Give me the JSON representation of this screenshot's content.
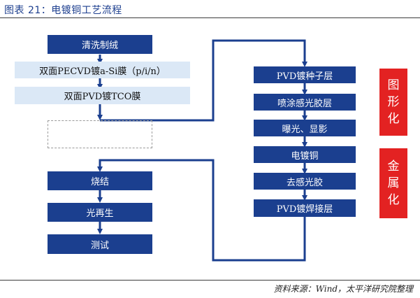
{
  "figure": {
    "title": "图表 21：电镀铜工艺流程",
    "source": "资料来源：Wind，太平洋研究院整理"
  },
  "left_flow": {
    "steps": [
      "清洗制绒",
      "双面PECVD镀a-Si膜（p/i/n）",
      "双面PVD镀TCO膜",
      ""
    ]
  },
  "right_flow": {
    "steps": [
      "PVD镀种子层",
      "喷涂感光胶层",
      "曝光、显影",
      "电镀铜",
      "去感光胶",
      "PVD镀焊接层"
    ]
  },
  "bottom_flow": {
    "steps": [
      "烧结",
      "光再生",
      "测试"
    ]
  },
  "side_tags": {
    "patterning": [
      "图",
      "形",
      "化"
    ],
    "metallization": [
      "金",
      "属",
      "化"
    ]
  },
  "colors": {
    "dark_box": "#1b3f8f",
    "light_box": "#dbe8f6",
    "tag": "#e32222",
    "connector": "#1b3f8f"
  }
}
